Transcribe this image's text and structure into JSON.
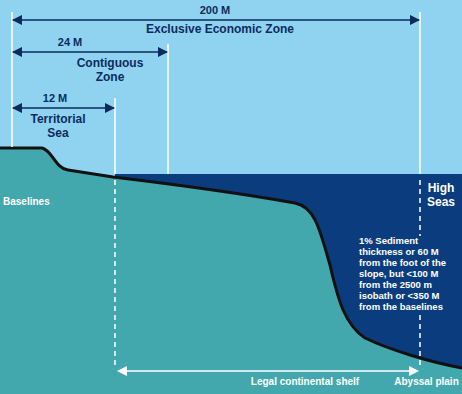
{
  "diagram": {
    "labels": [
      "200 M",
      "Exclusive Economic Zone",
      "24 M",
      "Contiguous Zone",
      "12 M",
      "Territorial Sea",
      "High Seas",
      "Baselines",
      "1% Sediment thickness or 60 M from the foot of the slope, but <100 M from the 2500 m isobath or <350 M from the baselines",
      "Legal continental shelf",
      "Abyssal plain"
    ]
  }
}
